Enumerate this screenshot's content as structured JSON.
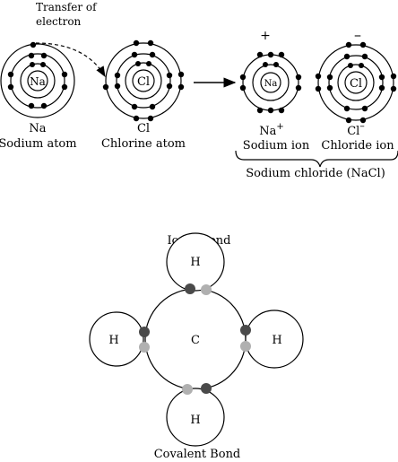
{
  "ionic_diagram": {
    "annotation": "Transfer of\nelectron",
    "sodium_atom": {
      "symbol": "Na",
      "label_symbol": "Na",
      "label_name": "Sodium atom"
    },
    "chlorine_atom": {
      "symbol": "Cl",
      "label_symbol": "Cl",
      "label_name": "Chlorine atom"
    },
    "sodium_ion": {
      "symbol": "Na",
      "charge": "+",
      "label_symbol": "Na",
      "label_charge": "+",
      "label_name": "Sodium ion"
    },
    "chloride_ion": {
      "symbol": "Cl",
      "charge": "–",
      "label_symbol": "Cl",
      "label_charge": "–",
      "label_name": "Chloride ion"
    },
    "compound_label": "Sodium chloride (NaCl)"
  },
  "methane_diagram": {
    "top_title": "Ionic Bond",
    "bottom_title": "Covalent Bond",
    "center_atom": "C",
    "hydrogens": [
      "H",
      "H",
      "H",
      "H"
    ],
    "colors": {
      "dark_electron": "#4a4a4a",
      "light_electron": "#b0b0b0"
    }
  }
}
